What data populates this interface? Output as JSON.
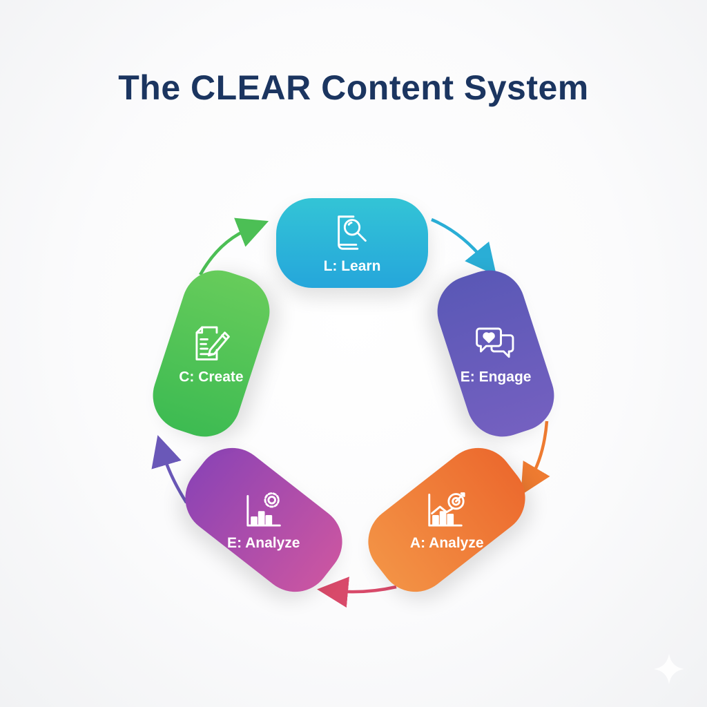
{
  "title": "The CLEAR Content System",
  "colors": {
    "title": "#1b3560",
    "learn": "#2bb5d9",
    "engage": "#6a5cbc",
    "analyze_a": "#ef7a36",
    "analyze_e": "#a84cae",
    "create": "#4cc256",
    "arrow_green": "#4cbf55",
    "arrow_blue": "#2aaed6",
    "arrow_orange": "#ee7b31",
    "arrow_pink": "#d84a6a",
    "arrow_purple": "#6a58b8"
  },
  "steps": [
    {
      "id": "learn",
      "label": "L: Learn",
      "icon": "book-magnifier-icon"
    },
    {
      "id": "engage",
      "label": "E: Engage",
      "icon": "chat-bubbles-heart-icon"
    },
    {
      "id": "analyze-a",
      "label": "A: Analyze",
      "icon": "chart-target-icon"
    },
    {
      "id": "analyze-e",
      "label": "E: Analyze",
      "icon": "chart-gear-icon"
    },
    {
      "id": "create",
      "label": "C: Create",
      "icon": "document-pencil-icon"
    }
  ]
}
